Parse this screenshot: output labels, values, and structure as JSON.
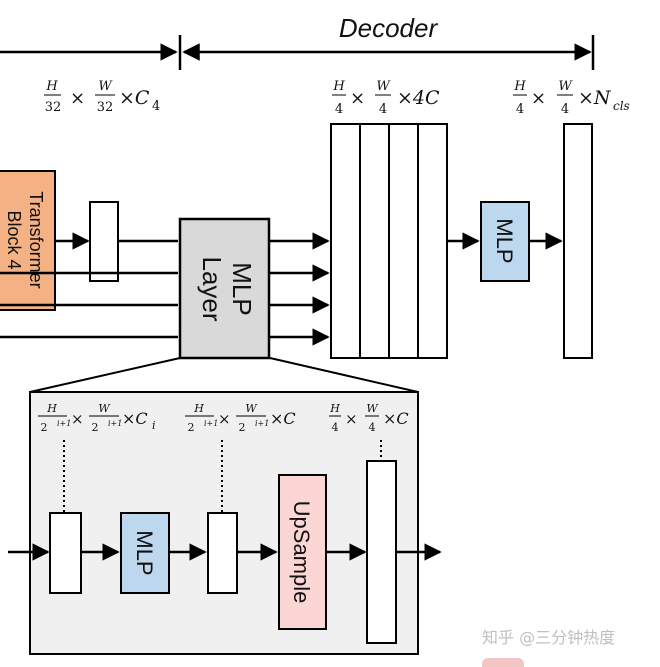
{
  "header": {
    "decoder_label": "Decoder"
  },
  "shapes": {
    "enc_out": {
      "H": "H",
      "W": "W",
      "hden": "32",
      "wden": "32",
      "times": "×",
      "ch": "×C",
      "chsub": "4"
    },
    "dec_concat": {
      "H": "H",
      "W": "W",
      "hden": "4",
      "wden": "4",
      "times": "×",
      "ch": "×4C"
    },
    "dec_out": {
      "H": "H",
      "W": "W",
      "hden": "4",
      "wden": "4",
      "times": "×",
      "ch": "×N",
      "chsub": "cls"
    },
    "inset_in": {
      "H": "H",
      "W": "W",
      "hden": "2",
      "hexp": "i+1",
      "wden": "2",
      "wexp": "i+1",
      "times": "×",
      "ch": "×C",
      "chsub": "i"
    },
    "inset_mid": {
      "H": "H",
      "W": "W",
      "hden": "2",
      "hexp": "i+1",
      "wden": "2",
      "wexp": "i+1",
      "times": "×",
      "ch": "×C"
    },
    "inset_out": {
      "H": "H",
      "W": "W",
      "hden": "4",
      "wden": "4",
      "times": "×",
      "ch": "×C"
    }
  },
  "blocks": {
    "transformer_line1": "Transformer",
    "transformer_line2": "Block 4",
    "mlp_layer_line1": "MLP",
    "mlp_layer_line2": "Layer",
    "mlp_decoder": "MLP",
    "mlp_inset": "MLP",
    "upsample": "UpSample"
  },
  "watermark": {
    "text": "知乎 @三分钟热度"
  },
  "colors": {
    "transformer_fill": "#f4b183",
    "mlp_fill": "#bdd7ee",
    "mlp_layer_fill": "#d9d9d9",
    "upsample_fill": "#fcd5d5",
    "inset_bg": "#f0f0f0",
    "stroke": "#000000"
  }
}
